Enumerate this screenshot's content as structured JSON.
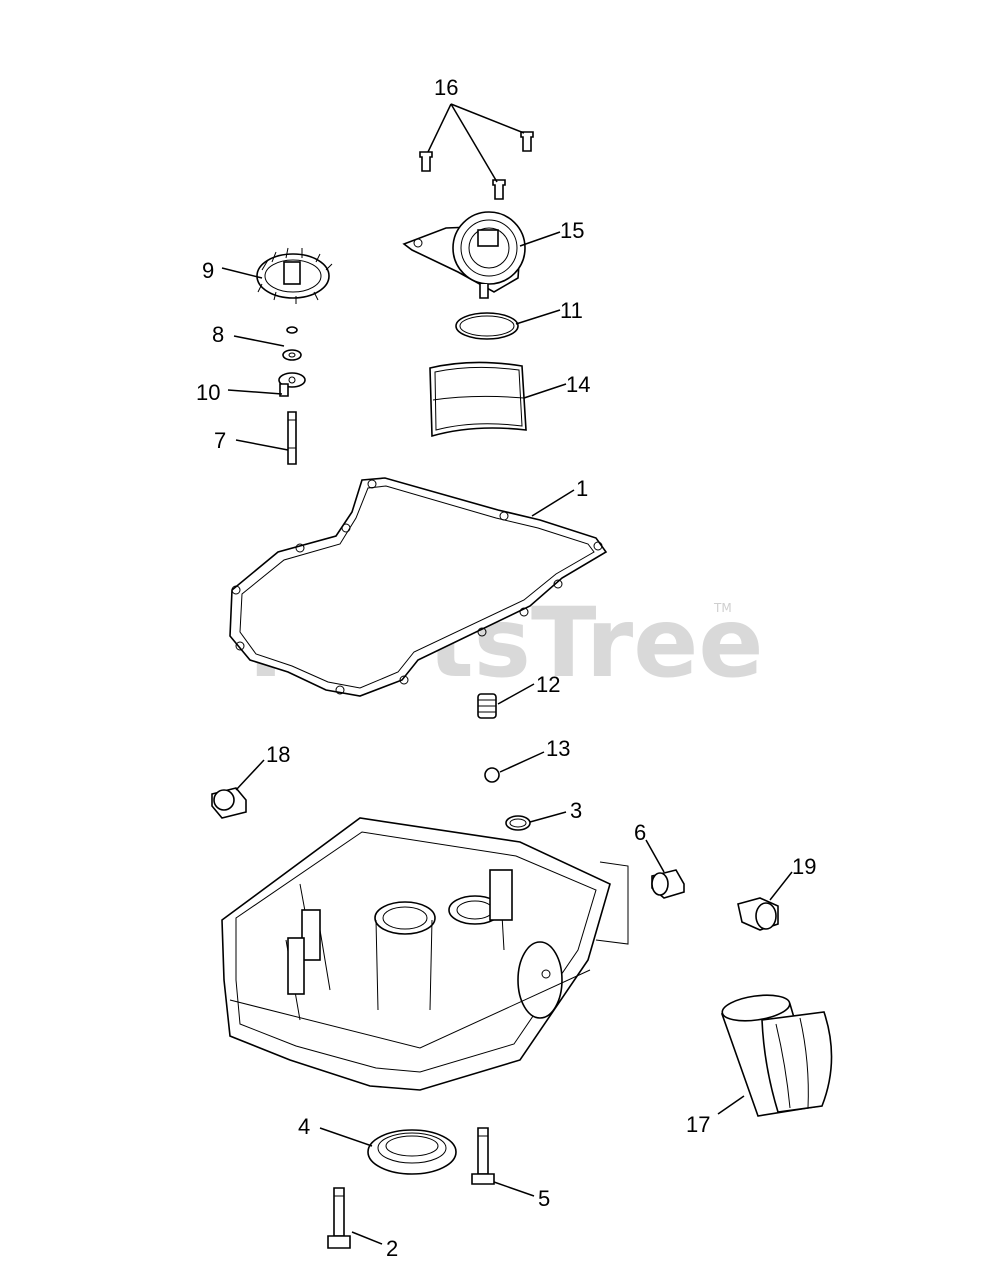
{
  "watermark": {
    "brand": "PartsTree",
    "trademark": "TM"
  },
  "callouts": [
    {
      "id": "16",
      "text": "16"
    },
    {
      "id": "15",
      "text": "15"
    },
    {
      "id": "9",
      "text": "9"
    },
    {
      "id": "11",
      "text": "11"
    },
    {
      "id": "8",
      "text": "8"
    },
    {
      "id": "14",
      "text": "14"
    },
    {
      "id": "10",
      "text": "10"
    },
    {
      "id": "7",
      "text": "7"
    },
    {
      "id": "1",
      "text": "1"
    },
    {
      "id": "12",
      "text": "12"
    },
    {
      "id": "18",
      "text": "18"
    },
    {
      "id": "13",
      "text": "13"
    },
    {
      "id": "3",
      "text": "3"
    },
    {
      "id": "6",
      "text": "6"
    },
    {
      "id": "19",
      "text": "19"
    },
    {
      "id": "17",
      "text": "17"
    },
    {
      "id": "4",
      "text": "4"
    },
    {
      "id": "5",
      "text": "5"
    },
    {
      "id": "2",
      "text": "2"
    }
  ]
}
